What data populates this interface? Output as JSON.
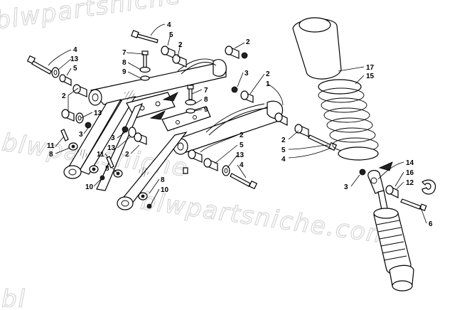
{
  "watermark": {
    "line1": "blwpartsniche",
    "line2": "blwpartsniche",
    "line3": "blwpartsniche.com",
    "line4": "bl"
  },
  "callouts": [
    {
      "id": "c1",
      "text": "4"
    },
    {
      "id": "c2",
      "text": "13"
    },
    {
      "id": "c3",
      "text": "5"
    },
    {
      "id": "c4",
      "text": "2"
    },
    {
      "id": "c5",
      "text": "13"
    },
    {
      "id": "c6",
      "text": "3"
    },
    {
      "id": "c7",
      "text": "11"
    },
    {
      "id": "c8",
      "text": "8"
    },
    {
      "id": "c9",
      "text": "4"
    },
    {
      "id": "c10",
      "text": "5"
    },
    {
      "id": "c11",
      "text": "2"
    },
    {
      "id": "c12",
      "text": "7"
    },
    {
      "id": "c13",
      "text": "8"
    },
    {
      "id": "c14",
      "text": "9"
    },
    {
      "id": "c15",
      "text": "2"
    },
    {
      "id": "c16",
      "text": "3"
    },
    {
      "id": "c17",
      "text": "2"
    },
    {
      "id": "c18",
      "text": "1"
    },
    {
      "id": "c19",
      "text": "7"
    },
    {
      "id": "c20",
      "text": "8"
    },
    {
      "id": "c21",
      "text": "9"
    },
    {
      "id": "c22",
      "text": "3"
    },
    {
      "id": "c23",
      "text": "13"
    },
    {
      "id": "c24",
      "text": "2"
    },
    {
      "id": "c25",
      "text": "11"
    },
    {
      "id": "c26",
      "text": "8"
    },
    {
      "id": "c27",
      "text": "10"
    },
    {
      "id": "c28",
      "text": "2"
    },
    {
      "id": "c29",
      "text": "5"
    },
    {
      "id": "c30",
      "text": "13"
    },
    {
      "id": "c31",
      "text": "4"
    },
    {
      "id": "c32",
      "text": "8"
    },
    {
      "id": "c33",
      "text": "10"
    },
    {
      "id": "c34",
      "text": "2"
    },
    {
      "id": "c35",
      "text": "5"
    },
    {
      "id": "c36",
      "text": "4"
    },
    {
      "id": "c37",
      "text": "17"
    },
    {
      "id": "c38",
      "text": "15"
    },
    {
      "id": "c39",
      "text": "14"
    },
    {
      "id": "c40",
      "text": "16"
    },
    {
      "id": "c41",
      "text": "12"
    },
    {
      "id": "c42",
      "text": "3"
    },
    {
      "id": "c43",
      "text": "6"
    }
  ]
}
